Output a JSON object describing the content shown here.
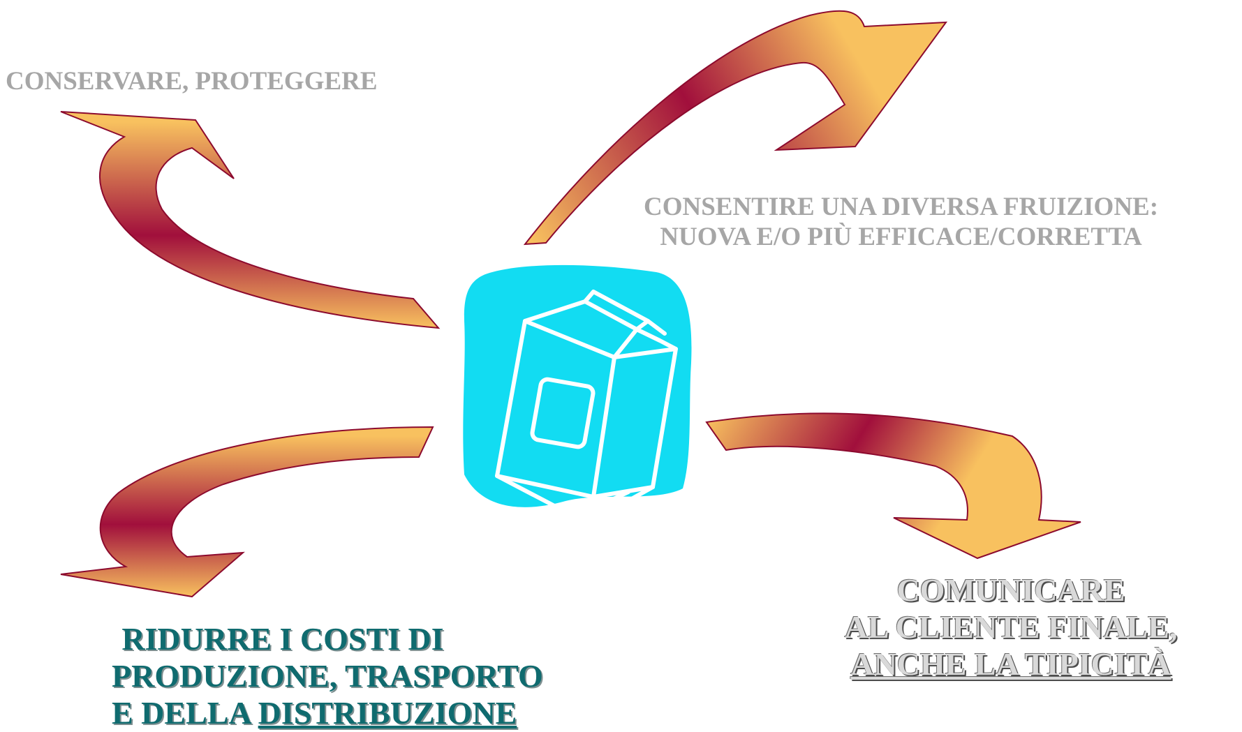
{
  "diagram": {
    "labels": {
      "top_left": "CONSERVARE, PROTEGGERE",
      "top_right_line1": "CONSENTIRE UNA DIVERSA FRUIZIONE:",
      "top_right_line2": "NUOVA E/O PIÙ EFFICACE/CORRETTA",
      "bottom_left_line1": "RIDURRE I COSTI DI",
      "bottom_left_line2": "PRODUZIONE, TRASPORTO",
      "bottom_left_line3_plain": "E DELLA ",
      "bottom_left_line3_underlined": "DISTRIBUZIONE",
      "bottom_right_line1": "COMUNICARE",
      "bottom_right_line2": "AL CLIENTE FINALE,",
      "bottom_right_line3": "ANCHE LA TIPICITÀ"
    },
    "icons": {
      "center": "milk-carton-icon",
      "arrows": [
        "curved-arrow-top-left",
        "curved-arrow-top-right",
        "curved-arrow-bottom-left",
        "curved-arrow-bottom-right"
      ]
    },
    "colors": {
      "arrow_light": "#f8c15f",
      "arrow_dark": "#a10f3c",
      "arrow_outline": "#8c0a2e",
      "carton_background": "#12dcf2",
      "gray_text": "#a6a6a6",
      "teal_text": "#0f6b6f",
      "silver_text": "#d9d9d9"
    }
  }
}
